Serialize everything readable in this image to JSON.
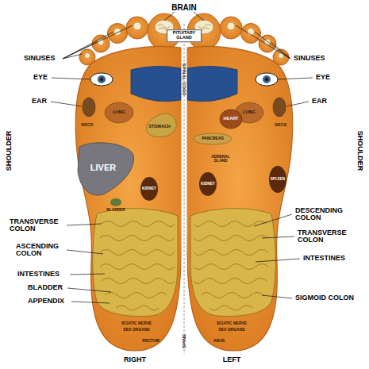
{
  "diagram": {
    "labels": [
      "BRAIN",
      "PITUITARY GLAND",
      "SPINAL CORD",
      "SINUSES",
      "EYE",
      "EAR",
      "SHOULDER",
      "SINUSES",
      "EYE",
      "EAR",
      "SHOULDER",
      "NECK",
      "LUNG",
      "STOMACH",
      "LIVER",
      "KIDNEY",
      "BLADDER",
      "NECK",
      "LUNG",
      "HEART",
      "PANCREAS",
      "ADRENAL GLAND",
      "KIDNEY",
      "SPLEEN",
      "TRANSVERSE COLON",
      "ASCENDING COLON",
      "INTESTINES",
      "BLADDER",
      "APPENDIX",
      "DESCENDING COLON",
      "TRANSVERSE COLON",
      "INTESTINES",
      "SIGMOID COLON",
      "SCIATIC NERVE",
      "SEX ORGANS",
      "SCIATIC NERVE",
      "SEX ORGANS",
      "RECTUM",
      "ANUS",
      "RIGHT",
      "SPINE",
      "LEFT"
    ]
  }
}
